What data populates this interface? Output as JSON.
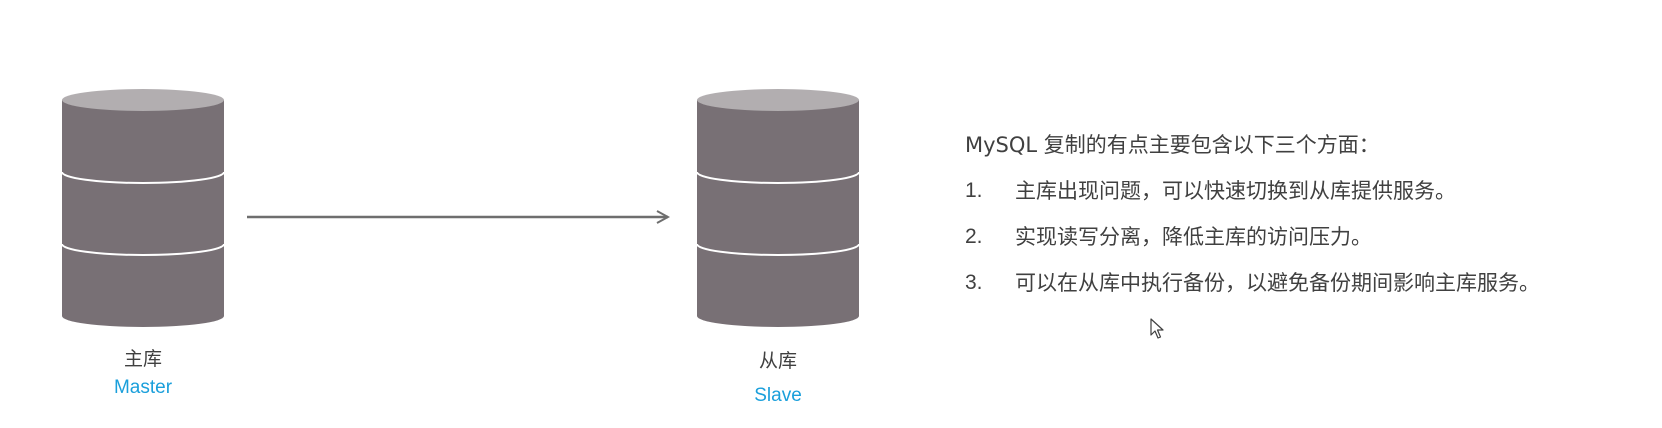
{
  "colors": {
    "cylinder_body": "#787075",
    "cylinder_top": "#b2aeb0",
    "cylinder_separator": "#ffffff",
    "arrow": "#6e6e6e",
    "label_cn": "#404040",
    "label_en": "#1a9fdb",
    "text": "#404040"
  },
  "master": {
    "label_cn": "主库",
    "label_en": "Master"
  },
  "slave": {
    "label_cn": "从库",
    "label_en": "Slave"
  },
  "replication_arrow": {
    "direction": "master-to-slave"
  },
  "panel": {
    "heading": "MySQL 复制的有点主要包含以下三个方面：",
    "items": [
      {
        "number": "1.",
        "text": "主库出现问题，可以快速切换到从库提供服务。"
      },
      {
        "number": "2.",
        "text": "实现读写分离，降低主库的访问压力。"
      },
      {
        "number": "3.",
        "text": "可以在从库中执行备份，以避免备份期间影响主库服务。"
      }
    ]
  },
  "cursor": {
    "icon": "mouse-pointer-icon"
  }
}
